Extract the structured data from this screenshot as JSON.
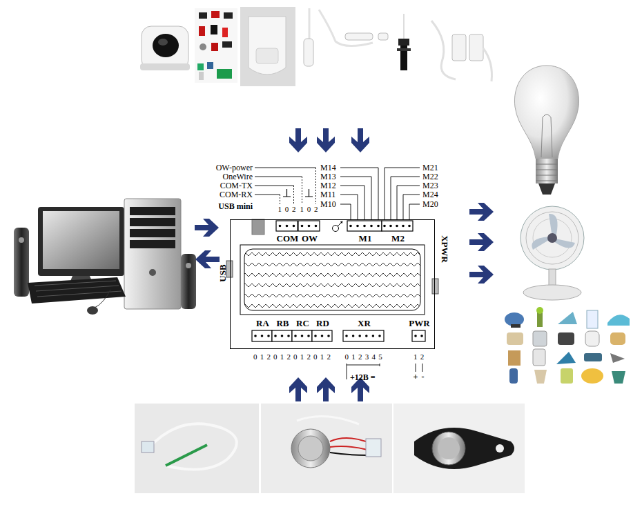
{
  "diagram": {
    "nodes": [
      {
        "text": [
          "COM",
          "OW",
          "M1",
          "M2",
          "USB",
          "XPWR",
          "RA",
          "RB",
          "RC",
          "RD",
          "XR",
          "PWR"
        ]
      }
    ],
    "labels": [
      "OW-power",
      "OneWire",
      "COM-TX",
      "COM-RX",
      "USB mini",
      "1 0 2",
      "1 0 2",
      "M14",
      "M13",
      "M12",
      "M11",
      "M10",
      "M21",
      "M22",
      "M23",
      "M24",
      "M20",
      "0 1 2",
      "0 1 2",
      "0 1 2",
      "0 1 2",
      "0 1 2 3 4 5",
      "1 2",
      "+12B =",
      "+",
      "-"
    ]
  }
}
